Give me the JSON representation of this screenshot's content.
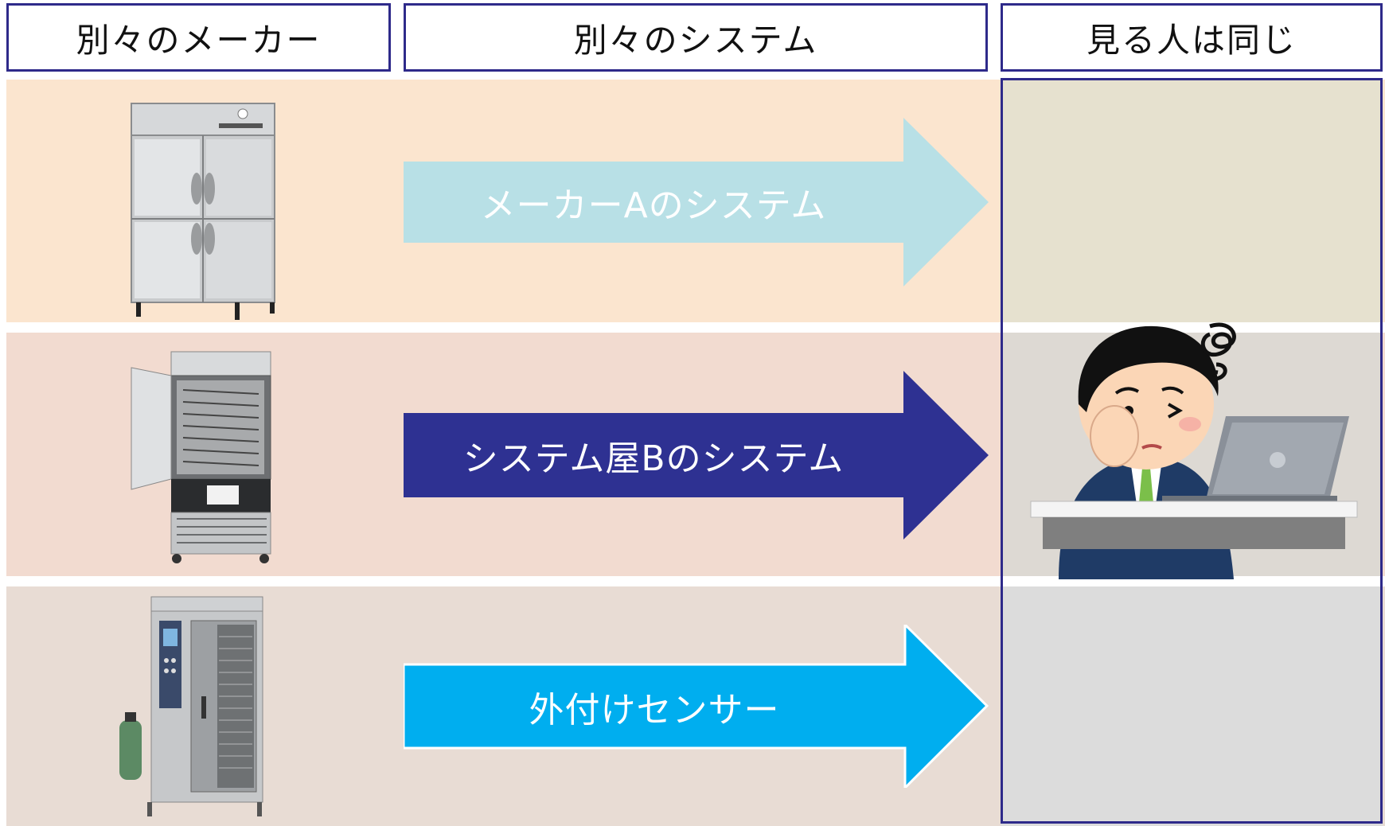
{
  "headers": {
    "makers": "別々のメーカー",
    "systems": "別々のシステム",
    "viewer": "見る人は同じ"
  },
  "rows": [
    {
      "arrow_label": "メーカーAのシステム",
      "arrow_color": "#b8e0e6",
      "label_color": "#ffffff",
      "bg": "#fbe5cf"
    },
    {
      "arrow_label": "システム屋Bのシステム",
      "arrow_color": "#2e3192",
      "label_color": "#ffffff",
      "bg": "#f2dbd0"
    },
    {
      "arrow_label": "外付けセンサー",
      "arrow_color": "#00aeef",
      "label_color": "#ffffff",
      "bg": "#e8dcd4"
    }
  ],
  "colors": {
    "header_border": "#2e2a8a",
    "viewer_panel_top": "#e6e1cf",
    "viewer_panel_mid": "#ddd9d3",
    "viewer_panel_bottom": "#dcdcdc"
  }
}
